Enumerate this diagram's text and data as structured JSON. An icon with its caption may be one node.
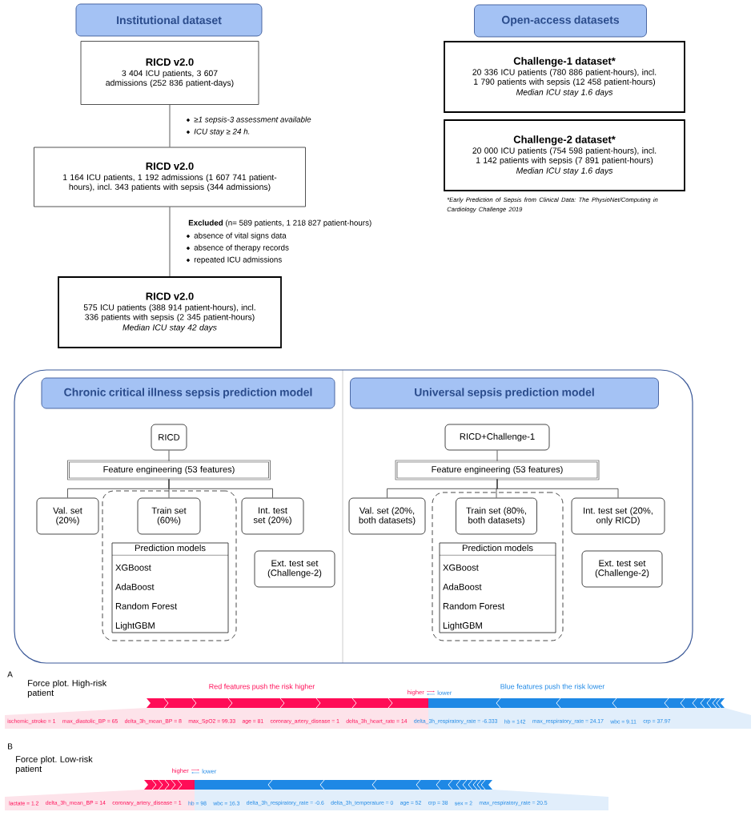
{
  "diagram": {
    "nodes": [
      {
        "text": [
          "Institutional dataset"
        ]
      },
      {
        "text": [
          "RICD v2.0",
          "3 404 ICU patients, 3 607 admissions (252 836 patient-days)"
        ]
      },
      {
        "text": [
          "RICD v2.0",
          "1 164 ICU patients, 1 192 admissions (1 607 741 patient-hours), incl. 343 patients with sepsis (344 admissions)"
        ]
      },
      {
        "text": [
          "RICD v2.0",
          "575 ICU patients (388 914 patient-hours), incl. 336 patients with sepsis (2 345 patient-hours)",
          "Median ICU stay 42 days"
        ]
      },
      {
        "text": [
          "Open-access datasets"
        ]
      },
      {
        "text": [
          "Challenge-1 dataset*",
          "20 336 ICU patients (780 886 patient-hours), incl. 1 790 patients with sepsis (12 458 patient-hours)",
          "Median ICU stay 1.6 days"
        ]
      },
      {
        "text": [
          "Challenge-2 dataset*",
          "20 000 ICU patients (754 598 patient-hours), incl. 1 142 patients with sepsis (7 891 patient-hours)",
          "Median ICU stay 1.6 days"
        ]
      },
      {
        "text": [],
        "shape": "box"
      },
      {
        "text": [
          "Chronic critical illness sepsis prediction model"
        ],
        "in": 7
      },
      {
        "text": [
          "Universal sepsis prediction model"
        ],
        "in": 7
      },
      {
        "text": [
          "RICD"
        ],
        "in": 7
      },
      {
        "text": [
          "Feature engineering (53 features)"
        ],
        "in": 7
      },
      {
        "text": [],
        "shape": "box",
        "in": 7
      },
      {
        "text": [
          "Val. set (20%)"
        ],
        "in": 7
      },
      {
        "text": [
          "Train set (60%)"
        ],
        "in": 12
      },
      {
        "text": [
          "Int. test set (20%)"
        ],
        "in": 7
      },
      {
        "text": [
          "Prediction models",
          "XGBoost",
          "AdaBoost",
          "Random Forest",
          "LightGBM"
        ],
        "in": 12
      },
      {
        "text": [
          "Ext. test set (Challenge-2)"
        ],
        "in": 7
      },
      {
        "text": [
          "RICD+Challenge-1"
        ],
        "in": 7
      },
      {
        "text": [
          "Feature engineering (53 features)"
        ],
        "in": 7
      },
      {
        "text": [],
        "shape": "box",
        "in": 7
      },
      {
        "text": [
          "Val. set (20%, both datasets)"
        ],
        "in": 7
      },
      {
        "text": [
          "Train set (80%, both datasets)"
        ],
        "in": 20
      },
      {
        "text": [
          "Int. test set (20%, only RICD)"
        ],
        "in": 7
      },
      {
        "text": [
          "Prediction models",
          "XGBoost",
          "AdaBoost",
          "Random Forest",
          "LightGBM"
        ],
        "in": 20
      },
      {
        "text": [
          "Ext. test set (Challenge-2)"
        ],
        "in": 7
      }
    ],
    "edges": [
      {
        "from": 1,
        "to": 2,
        "arrow": "none"
      },
      {
        "from": 2,
        "to": 3,
        "arrow": "none"
      },
      {
        "from": 10,
        "to": 11,
        "arrow": "none"
      },
      {
        "from": 11,
        "to": 13,
        "arrow": "none"
      },
      {
        "from": 11,
        "to": 14,
        "arrow": "none"
      },
      {
        "from": 11,
        "to": 15,
        "arrow": "none"
      },
      {
        "from": 18,
        "to": 19,
        "arrow": "none"
      },
      {
        "from": 19,
        "to": 21,
        "arrow": "none"
      },
      {
        "from": 19,
        "to": 22,
        "arrow": "none"
      },
      {
        "from": 19,
        "to": 23,
        "arrow": "none"
      }
    ],
    "labels": [
      "≥1 sepsis-3 assessment available",
      "ICU stay ≥ 24 h.",
      "**Excluded** (n= 589 patients, 1 218 827 patient-hours)",
      "absence of vital signs data",
      "absence of therapy records",
      "repeated ICU admissions",
      "*Early Prediction of Sepsis from Clinical Data: The PhysioNet/Computing in Cardiology Challenge 2019",
      "A",
      "Force plot. High-risk patient",
      "Red features push the risk higher",
      "higher",
      "lower",
      "Blue features push the risk lower",
      "ischemic_stroke = 1",
      "max_diastolic_BP = 65",
      "delta_3h_mean_BP = 8",
      "max_SpO2 = 99.33",
      "age = 81",
      "coronary_artery_disease = 1",
      "delta_3h_heart_rate = 14",
      "delta_3h_respiratory_rate = -6.333",
      "hb = 142",
      "max_respiratory_rate = 24.17",
      "wbc = 9.11",
      "crp = 37.97",
      "B",
      "Force plot. Low-risk patient",
      "higher",
      "lower",
      "lactate = 1.2",
      "delta_3h_mean_BP = 14",
      "coronary_artery_disease = 1",
      "hb = 98",
      "wbc = 16.3",
      "delta_3h_respiratory_rate = -0.6",
      "delta_3h_temperature = 0",
      "age = 52",
      "crp = 38",
      "sex = 2",
      "max_respiratory_rate = 20.5"
    ]
  }
}
